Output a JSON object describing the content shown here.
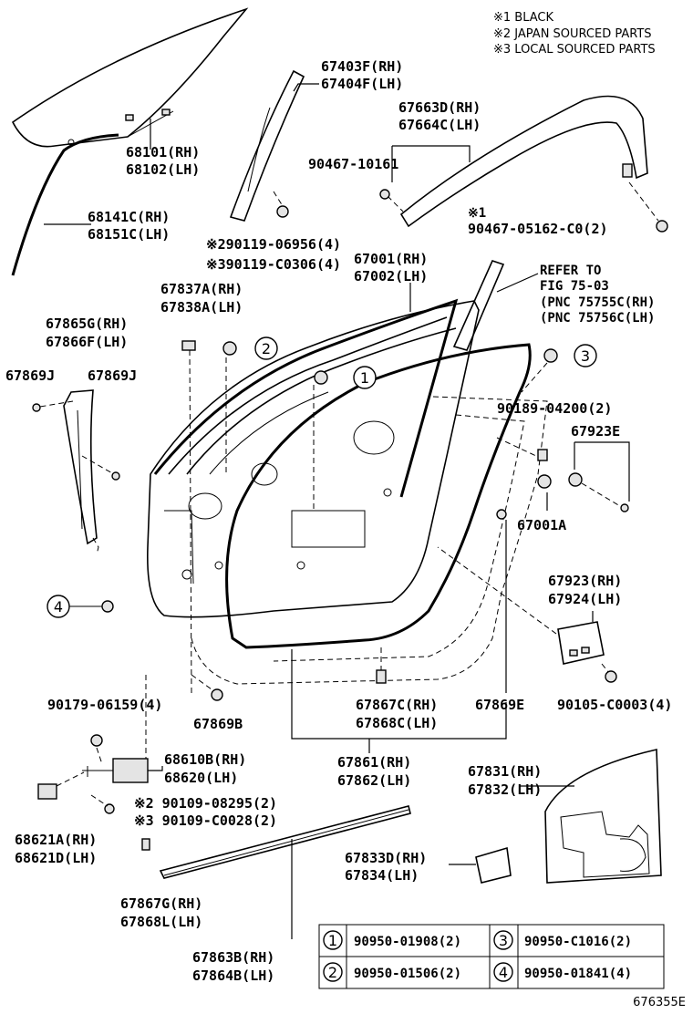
{
  "notes": [
    "※1 BLACK",
    "※2 JAPAN SOURCED PARTS",
    "※3 LOCAL SOURCED PARTS"
  ],
  "labels": {
    "p67403f": "67403F(RH)",
    "p67404f": "67404F(LH)",
    "p67663d": "67663D(RH)",
    "p67664c": "67664C(LH)",
    "p90467_10161": "90467-10161",
    "mark1": "※1",
    "p90467_05162": "90467-05162-C0(2)",
    "p68101": "68101(RH)",
    "p68102": "68102(LH)",
    "p68141c": "68141C(RH)",
    "p68151c": "68151C(LH)",
    "p90119_06956": "※290119-06956(4)",
    "p90119_c0306": "※390119-C0306(4)",
    "p67001": "67001(RH)",
    "p67002": "67002(LH)",
    "refer1": "REFER TO",
    "refer2": "FIG 75-03",
    "refer3": "(PNC 75755C(RH)",
    "refer4": "(PNC 75756C(LH)",
    "p67837a": "67837A(RH)",
    "p67838a": "67838A(LH)",
    "p67865g": "67865G(RH)",
    "p67866f": "67866F(LH)",
    "p67869j_a": "67869J",
    "p67869j_b": "67869J",
    "p90189": "90189-04200(2)",
    "p67923e": "67923E",
    "p67001a": "67001A",
    "p67923": "67923(RH)",
    "p67924": "67924(LH)",
    "p90179": "90179-06159(4)",
    "p67869b": "67869B",
    "p67867c": "67867C(RH)",
    "p67868c": "67868C(LH)",
    "p67869e": "67869E",
    "p90105": "90105-C0003(4)",
    "p68610b": "68610B(RH)",
    "p68620": "68620(LH)",
    "p67861": "67861(RH)",
    "p67862": "67862(LH)",
    "p67831": "67831(RH)",
    "p67832": "67832(LH)",
    "p90109_08295": "※2 90109-08295(2)",
    "p90109_c0028": "※3 90109-C0028(2)",
    "p68621a": "68621A(RH)",
    "p68621d": "68621D(LH)",
    "p67833d": "67833D(RH)",
    "p67834": "67834(LH)",
    "p67867g": "67867G(RH)",
    "p67868l": "67868L(LH)",
    "p67863b": "67863B(RH)",
    "p67864b": "67864B(LH)"
  },
  "callouts": {
    "c1": "1",
    "c2": "2",
    "c3": "3",
    "c4": "4"
  },
  "table": [
    {
      "num": "1",
      "part": "90950-01908(2)"
    },
    {
      "num": "3",
      "part": "90950-C1016(2)"
    },
    {
      "num": "2",
      "part": "90950-01506(2)"
    },
    {
      "num": "4",
      "part": "90950-01841(4)"
    }
  ],
  "figure_id": "676355E"
}
